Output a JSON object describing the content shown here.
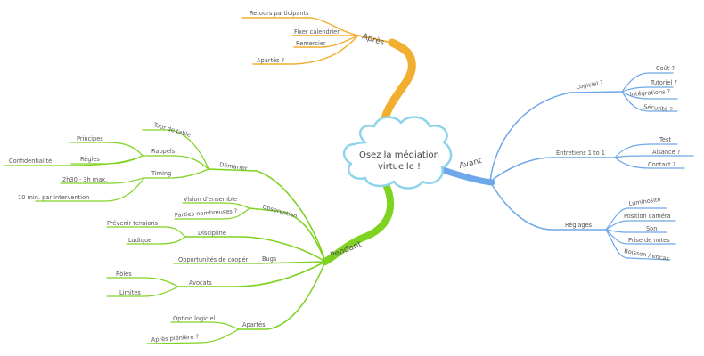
{
  "center": {
    "line1": "Osez la médiation",
    "line2": "virtuelle !"
  },
  "colors": {
    "apres": "#F2AE2E",
    "avant": "#6FA8E8",
    "pendant": "#7ED321",
    "cloud_stroke": "#8FD3EC",
    "text": "#555555"
  },
  "branches": {
    "apres": {
      "label": "Après",
      "items": [
        "Retours participants",
        "Fixer calendrier",
        "Remercier",
        "Apartés ?"
      ]
    },
    "avant": {
      "label": "Avant",
      "logiciel": {
        "label": "Logiciel ?",
        "items": [
          "Coût ?",
          "Tutoriel ?",
          "Intégrations ?",
          "Sécurité ?"
        ]
      },
      "entretiens": {
        "label": "Entretiens 1 to 1",
        "items": [
          "Test",
          "Aisance ?",
          "Contact ?"
        ]
      },
      "reglages": {
        "label": "Réglages",
        "items": [
          "Luminosité",
          "Position caméra",
          "Son",
          "Prise de notes",
          "Boisson / encas"
        ]
      }
    },
    "pendant": {
      "label": "Pendant",
      "demarrer": {
        "label": "Démarrer",
        "tour": "Tour de table",
        "rappels": {
          "label": "Rappels",
          "items": [
            "Principes",
            "Règles",
            "Confidentialité"
          ]
        },
        "timing": {
          "label": "Timing",
          "items": [
            "2h30 - 3h max.",
            "10 min. par intervention"
          ]
        }
      },
      "observation": {
        "label": "Observation",
        "items": [
          "Vision d'ensemble",
          "Parties nombreuses ?"
        ]
      },
      "discipline": {
        "label": "Discipline",
        "items": [
          "Prévenir tensions",
          "Ludique"
        ]
      },
      "bugs": {
        "label": "Bugs",
        "items": [
          "Opportunités de coopér"
        ]
      },
      "avocats": {
        "label": "Avocats",
        "items": [
          "Rôles",
          "Limites"
        ]
      },
      "apartes": {
        "label": "Apartés",
        "items": [
          "Option logiciel",
          "Après plénière ?"
        ]
      }
    }
  }
}
